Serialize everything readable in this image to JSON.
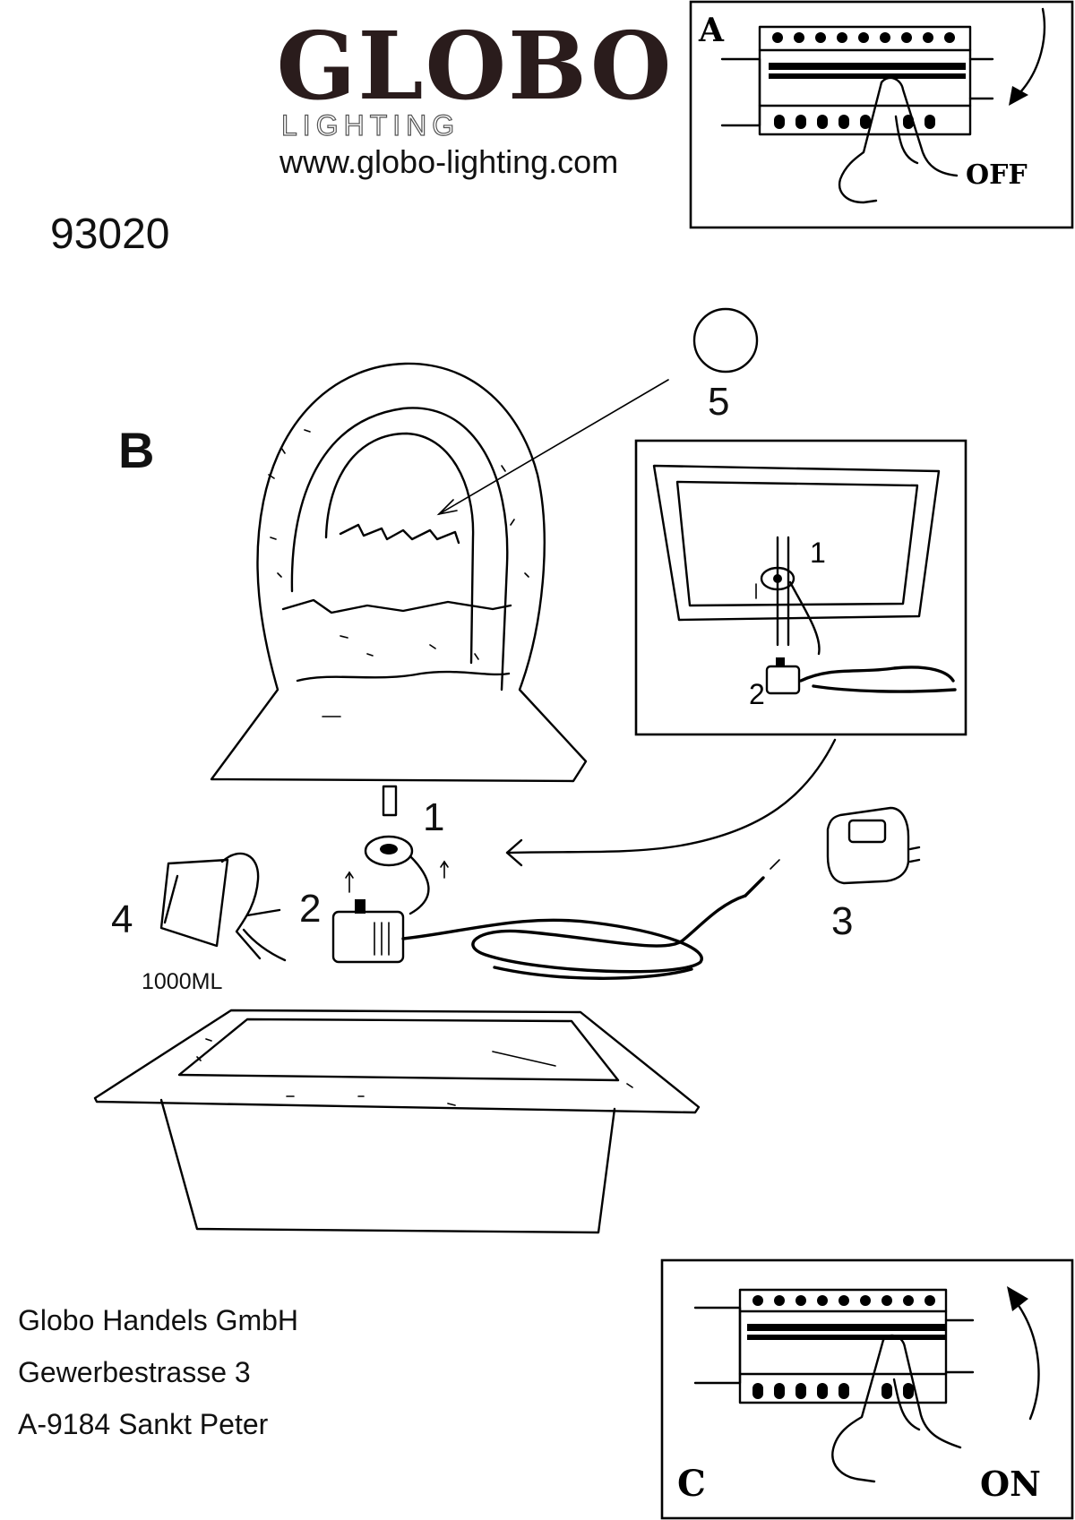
{
  "brand": {
    "name": "GLOBO",
    "sub": "LIGHTING",
    "url": "www.globo-lighting.com"
  },
  "model_number": "93020",
  "panel_a": {
    "letter": "A",
    "switch_label": "OFF"
  },
  "panel_b": {
    "letter": "B"
  },
  "panel_c": {
    "letter": "C",
    "switch_label": "ON"
  },
  "callouts": {
    "item1": "1",
    "item2": "2",
    "item3": "3",
    "item4": "4",
    "item5": "5",
    "water_volume": "1000ML",
    "inset_item1": "1",
    "inset_item2": "2"
  },
  "address": {
    "company": "Globo Handels GmbH",
    "street": "Gewerbestrasse 3",
    "city": "A-9184 Sankt Peter"
  },
  "icons": [
    "breaker-panel-icon",
    "hand-icon",
    "rotate-arrow-icon",
    "fountain-icon",
    "pump-icon",
    "adapter-icon",
    "jug-icon",
    "basin-icon"
  ]
}
